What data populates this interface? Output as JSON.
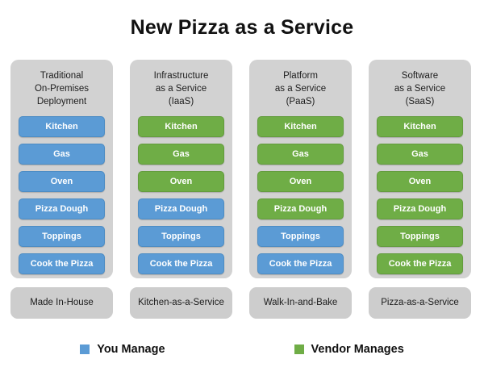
{
  "title": "New Pizza as a Service",
  "colors": {
    "you_manage": "#5b9bd5",
    "vendor_manages": "#6fad46",
    "card_background": "#d2d2d2",
    "footer_background": "#cdcdcd",
    "page_background": "#ffffff",
    "text": "#111111"
  },
  "columns": [
    {
      "header_lines": [
        "Traditional",
        "On-Premises",
        "Deployment"
      ],
      "items": [
        {
          "label": "Kitchen",
          "owner": "you"
        },
        {
          "label": "Gas",
          "owner": "you"
        },
        {
          "label": "Oven",
          "owner": "you"
        },
        {
          "label": "Pizza Dough",
          "owner": "you"
        },
        {
          "label": "Toppings",
          "owner": "you"
        },
        {
          "label": "Cook the Pizza",
          "owner": "you"
        }
      ],
      "footer": "Made In-House"
    },
    {
      "header_lines": [
        "Infrastructure",
        "as a Service",
        "(IaaS)"
      ],
      "items": [
        {
          "label": "Kitchen",
          "owner": "vendor"
        },
        {
          "label": "Gas",
          "owner": "vendor"
        },
        {
          "label": "Oven",
          "owner": "vendor"
        },
        {
          "label": "Pizza Dough",
          "owner": "you"
        },
        {
          "label": "Toppings",
          "owner": "you"
        },
        {
          "label": "Cook the Pizza",
          "owner": "you"
        }
      ],
      "footer": "Kitchen-as-a-Service"
    },
    {
      "header_lines": [
        "Platform",
        "as a Service",
        "(PaaS)"
      ],
      "items": [
        {
          "label": "Kitchen",
          "owner": "vendor"
        },
        {
          "label": "Gas",
          "owner": "vendor"
        },
        {
          "label": "Oven",
          "owner": "vendor"
        },
        {
          "label": "Pizza Dough",
          "owner": "vendor"
        },
        {
          "label": "Toppings",
          "owner": "you"
        },
        {
          "label": "Cook the Pizza",
          "owner": "you"
        }
      ],
      "footer": "Walk-In-and-Bake"
    },
    {
      "header_lines": [
        "Software",
        "as a Service",
        "(SaaS)"
      ],
      "items": [
        {
          "label": "Kitchen",
          "owner": "vendor"
        },
        {
          "label": "Gas",
          "owner": "vendor"
        },
        {
          "label": "Oven",
          "owner": "vendor"
        },
        {
          "label": "Pizza Dough",
          "owner": "vendor"
        },
        {
          "label": "Toppings",
          "owner": "vendor"
        },
        {
          "label": "Cook the Pizza",
          "owner": "vendor"
        }
      ],
      "footer": "Pizza-as-a-Service"
    }
  ],
  "legend": [
    {
      "key": "you",
      "label": "You Manage"
    },
    {
      "key": "vendor",
      "label": "Vendor Manages"
    }
  ]
}
